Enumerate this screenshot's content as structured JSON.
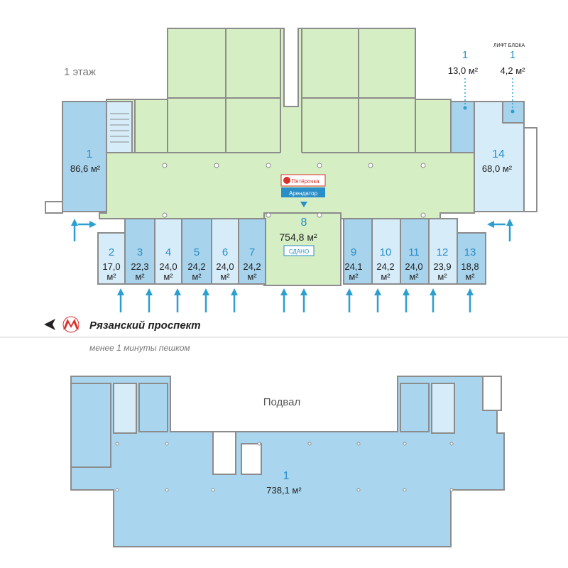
{
  "colors": {
    "green": "#d5eec4",
    "blue_dark": "#a7d3ec",
    "blue_light": "#d6ecf8",
    "basement_blue": "#a9d6ee",
    "wall": "#8c8c8c",
    "arrow": "#2b9fd0",
    "metro_red": "#d9312b",
    "label_blue": "#2a8fc8",
    "text_dark": "#222222",
    "text_grey": "#777777"
  },
  "floor1": {
    "title": "1 этаж",
    "lift_caption": "ЛИФТ БЛОКА",
    "units": [
      {
        "num": "1",
        "area": "86,6 м²"
      },
      {
        "num": "2",
        "area": "17,0 м²"
      },
      {
        "num": "3",
        "area": "22,3 м²"
      },
      {
        "num": "4",
        "area": "24,0 м²"
      },
      {
        "num": "5",
        "area": "24,2 м²"
      },
      {
        "num": "6",
        "area": "24,0 м²"
      },
      {
        "num": "7",
        "area": "24,2 м²"
      },
      {
        "num": "8",
        "area": "754,8 м²"
      },
      {
        "num": "9",
        "area": "24,1 м²"
      },
      {
        "num": "10",
        "area": "24,2 м²"
      },
      {
        "num": "11",
        "area": "24,0 м²"
      },
      {
        "num": "12",
        "area": "23,9 м²"
      },
      {
        "num": "13",
        "area": "18,8 м²"
      },
      {
        "num": "14",
        "area": "68,0 м²"
      },
      {
        "num": "1",
        "area": "13,0 м²"
      },
      {
        "num": "1",
        "area": "4,2 м²"
      }
    ],
    "tenant_brand": "Пятёрочка",
    "tenant_caption": "Арендатор",
    "status_badge": "СДАНО"
  },
  "metro": {
    "station": "Рязанский проспект",
    "walk": "менее 1 минуты пешком",
    "icon": "metro-m-icon"
  },
  "basement": {
    "title": "Подвал",
    "unit_num": "1",
    "unit_area": "738,1 м²"
  }
}
